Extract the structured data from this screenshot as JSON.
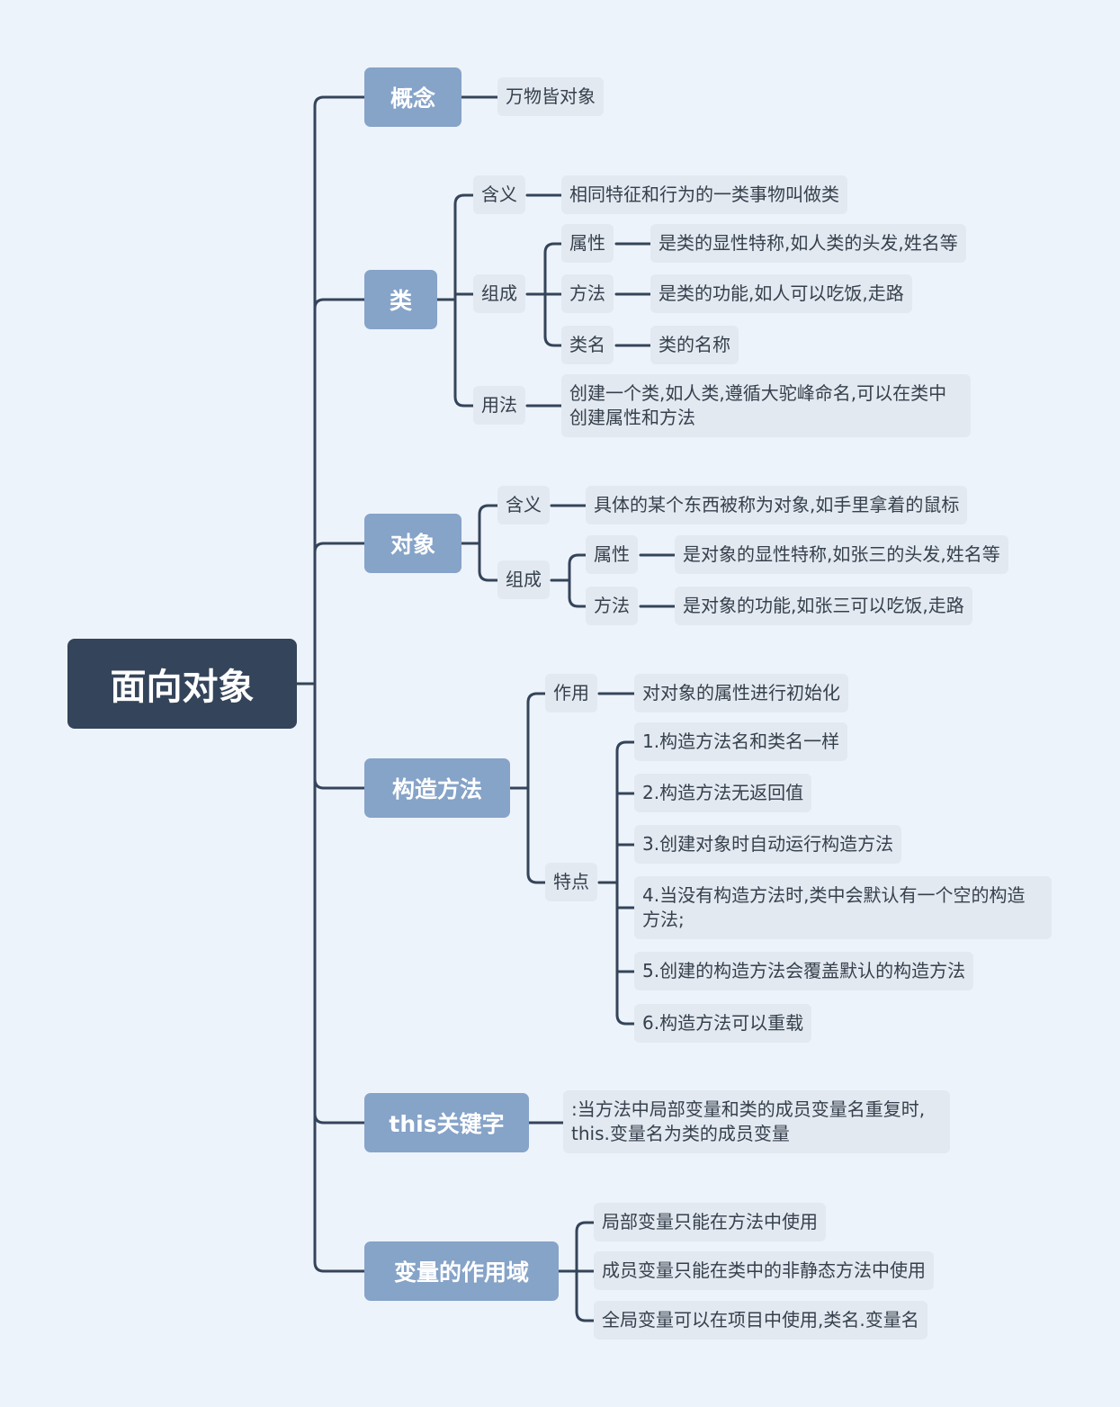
{
  "root": "面向对象",
  "concept": {
    "title": "概念",
    "desc": "万物皆对象"
  },
  "class": {
    "title": "类",
    "meaning_label": "含义",
    "meaning": "相同特征和行为的一类事物叫做类",
    "composition_label": "组成",
    "attr_label": "属性",
    "attr": "是类的显性特称,如人类的头发,姓名等",
    "method_label": "方法",
    "method": "是类的功能,如人可以吃饭,走路",
    "name_label": "类名",
    "name": "类的名称",
    "usage_label": "用法",
    "usage_line1": "创建一个类,如人类,遵循大驼峰命名,可以在类中",
    "usage_line2": "创建属性和方法"
  },
  "object": {
    "title": "对象",
    "meaning_label": "含义",
    "meaning": "具体的某个东西被称为对象,如手里拿着的鼠标",
    "composition_label": "组成",
    "attr_label": "属性",
    "attr": "是对象的显性特称,如张三的头发,姓名等",
    "method_label": "方法",
    "method": "是对象的功能,如张三可以吃饭,走路"
  },
  "constructor": {
    "title": "构造方法",
    "role_label": "作用",
    "role": "对对象的属性进行初始化",
    "features_label": "特点",
    "f1": "1.构造方法名和类名一样",
    "f2": "2.构造方法无返回值",
    "f3": "3.创建对象时自动运行构造方法",
    "f4_line1": "4.当没有构造方法时,类中会默认有一个空的构造",
    "f4_line2": "方法;",
    "f5": "5.创建的构造方法会覆盖默认的构造方法",
    "f6": "6.构造方法可以重载"
  },
  "this_kw": {
    "title": "this关键字",
    "line1": ":当方法中局部变量和类的成员变量名重复时,",
    "line2": "this.变量名为类的成员变量"
  },
  "scope": {
    "title": "变量的作用域",
    "s1": "局部变量只能在方法中使用",
    "s2": "成员变量只能在类中的非静态方法中使用",
    "s3": "全局变量可以在项目中使用,类名.变量名"
  }
}
